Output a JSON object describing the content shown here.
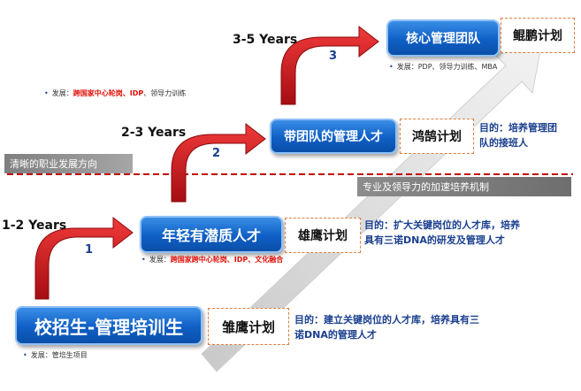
{
  "band_left": "清晰的职业发展方向",
  "band_right": "专业及领导力的加速培养机制",
  "stages": [
    {
      "years": "",
      "title": "校招生-管理培训生",
      "plan": "雏鹰计划",
      "number": "",
      "goal": [
        "目的：建立关键岗位的人才库，培养具有三",
        "诺DNA的管理人才"
      ],
      "dev": {
        "prefix": "发展：",
        "red": "",
        "rest": "管培生项目"
      }
    },
    {
      "years": "1-2 Years",
      "title": "年轻有潜质人才",
      "plan": "雄鹰计划",
      "number": "1",
      "goal": [
        "目的：扩大关键岗位的人才库，培养",
        "具有三诺DNA的研发及管理人才"
      ],
      "dev": {
        "prefix": "发展：",
        "red": "跨国家跨中心轮岗、IDP、文化融合",
        "rest": ""
      }
    },
    {
      "years": "2-3 Years",
      "title": "带团队的管理人才",
      "plan": "鸿鹄计划",
      "number": "2",
      "goal": [
        "目的：培养管理团",
        "队的接班人"
      ],
      "dev": {
        "prefix": "发展：",
        "red": "跨国家中心轮岗、IDP",
        "rest": "、领导力训练"
      }
    },
    {
      "years": "3-5 Years",
      "title": "核心管理团队",
      "plan": "鲲鹏计划",
      "number": "3",
      "goal": [],
      "dev": {
        "prefix": "发展：",
        "red": "",
        "rest": "PDP、领导力训练、MBA"
      }
    }
  ],
  "colors": {
    "blue": "#0f5fc6",
    "red_arrow": "#d8141c",
    "band": "#8c8c8c",
    "plan_border": "#e07b3c",
    "dev_red": "#e0120a"
  }
}
